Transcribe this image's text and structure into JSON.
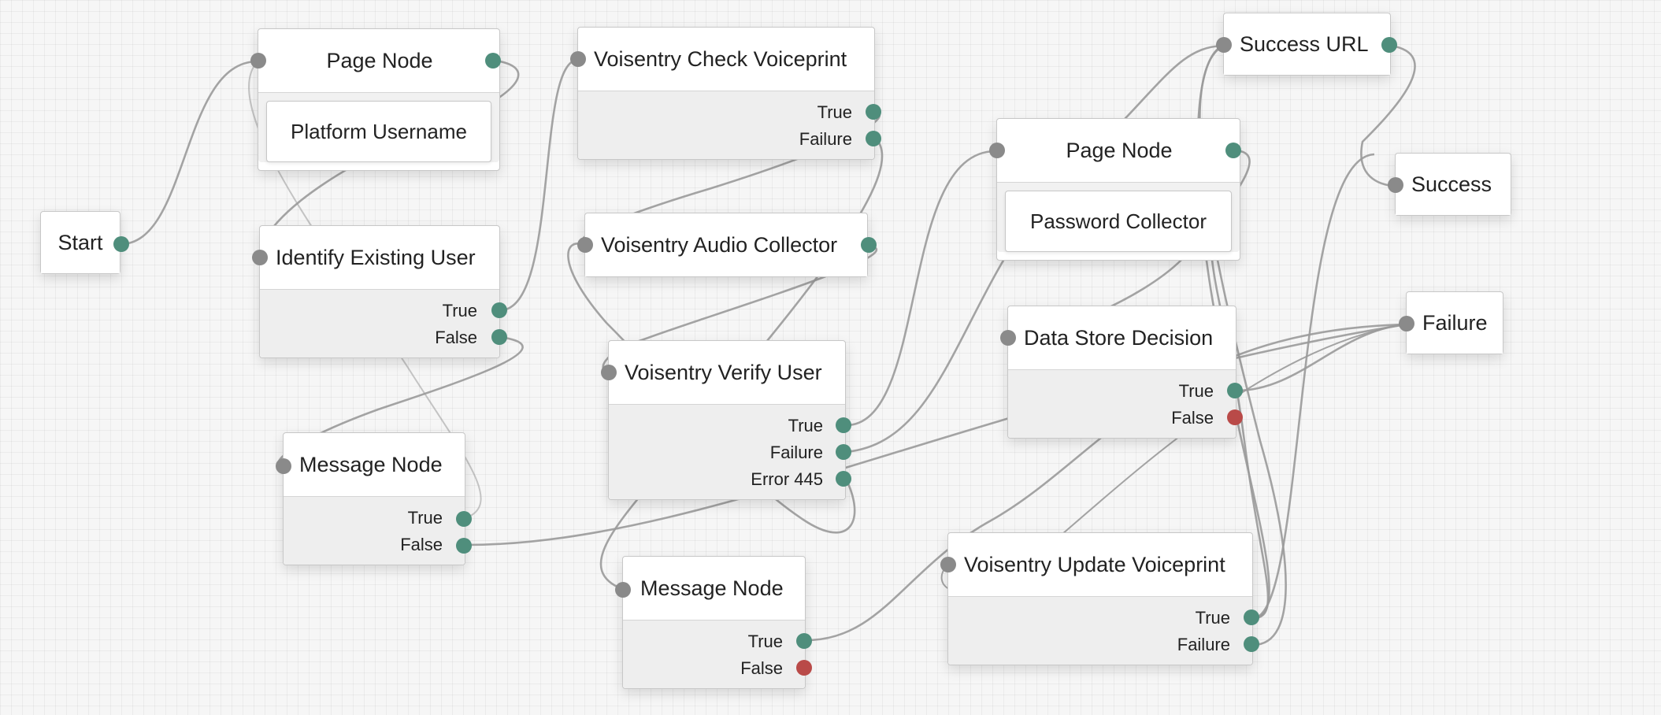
{
  "colors": {
    "input_port": "#8a8a8a",
    "output_port": "#4f8e7c",
    "error_port": "#b94a48",
    "wire": "#9a9a9a"
  },
  "nodes": {
    "start": {
      "label": "Start"
    },
    "page1": {
      "label": "Page Node",
      "inner": "Platform Username"
    },
    "identify": {
      "label": "Identify Existing User",
      "outcomes": [
        "True",
        "False"
      ]
    },
    "message1": {
      "label": "Message Node",
      "outcomes": [
        "True",
        "False"
      ]
    },
    "check": {
      "label": "Voisentry Check Voiceprint",
      "outcomes": [
        "True",
        "Failure"
      ]
    },
    "audio": {
      "label": "Voisentry Audio Collector"
    },
    "verify": {
      "label": "Voisentry Verify User",
      "outcomes": [
        "True",
        "Failure",
        "Error 445"
      ]
    },
    "message2": {
      "label": "Message Node",
      "outcomes": [
        "True",
        "False"
      ]
    },
    "page2": {
      "label": "Page Node",
      "inner": "Password Collector"
    },
    "datastore": {
      "label": "Data Store Decision",
      "outcomes": [
        "True",
        "False"
      ]
    },
    "update": {
      "label": "Voisentry Update Voiceprint",
      "outcomes": [
        "True",
        "Failure"
      ]
    },
    "success_url": {
      "label": "Success URL"
    },
    "success": {
      "label": "Success"
    },
    "failure": {
      "label": "Failure"
    }
  },
  "connections": [
    {
      "from": "start.out",
      "to": "page1.in"
    },
    {
      "from": "page1.out",
      "to": "identify.in"
    },
    {
      "from": "identify.True",
      "to": "check.in"
    },
    {
      "from": "identify.False",
      "to": "message1.in"
    },
    {
      "from": "message1.True",
      "to": "page1.in"
    },
    {
      "from": "message1.False",
      "to": "failure.in"
    },
    {
      "from": "check.True",
      "to": "audio.in"
    },
    {
      "from": "check.Failure",
      "to": "message2.in"
    },
    {
      "from": "audio.out",
      "to": "verify.in"
    },
    {
      "from": "verify.True",
      "to": "page2.in"
    },
    {
      "from": "verify.Failure",
      "to": "success_url.in"
    },
    {
      "from": "verify.Error 445",
      "to": "audio.in"
    },
    {
      "from": "message2.True",
      "to": "datastore.in"
    },
    {
      "from": "page2.out",
      "to": "datastore.in"
    },
    {
      "from": "datastore.True",
      "to": "failure.in"
    },
    {
      "from": "update.True",
      "to": "success_url.in"
    },
    {
      "from": "update.True",
      "to": "page2.in"
    },
    {
      "from": "update.Failure",
      "to": "success_url.in"
    },
    {
      "from": "success_url.out",
      "to": "success.in"
    },
    {
      "from": "update.True",
      "to": "failure.in"
    },
    {
      "from": "failure.in",
      "to": "update.in"
    }
  ]
}
